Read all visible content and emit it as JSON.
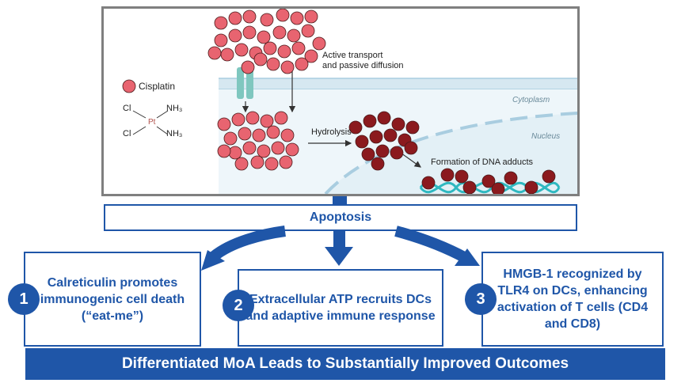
{
  "figure": {
    "legend_label": "Cisplatin",
    "formula": {
      "cl_top": "Cl",
      "pt": "Pt",
      "nh3_top": "NH₃",
      "cl_bottom": "Cl",
      "nh3_bottom": "NH₃"
    },
    "transport_label_line1": "Active transport",
    "transport_label_line2": "and passive diffusion",
    "cytoplasm_label": "Cytoplasm",
    "nucleus_label": "Nucleus",
    "hydrolysis_label": "Hydrolysis",
    "dna_label": "Formation of DNA adducts"
  },
  "apoptosis_label": "Apoptosis",
  "mechanisms": [
    {
      "number": "1",
      "text": "Calreticulin promotes immunogenic cell death (“eat-me”)"
    },
    {
      "number": "2",
      "text": "Extracellular ATP recruits DCs and adaptive immune response"
    },
    {
      "number": "3",
      "text": "HMGB-1 recognized by TLR4 on DCs, enhancing activation of T cells (CD4 and CD8)"
    }
  ],
  "banner_text": "Differentiated MoA Leads to Substantially Improved Outcomes",
  "colors": {
    "accent": "#1f56a8",
    "cisplatin": "#e86470",
    "hydrolyzed": "#8b1a1e",
    "membrane": "#cfe3ee",
    "dna": "#2fb8c0"
  }
}
